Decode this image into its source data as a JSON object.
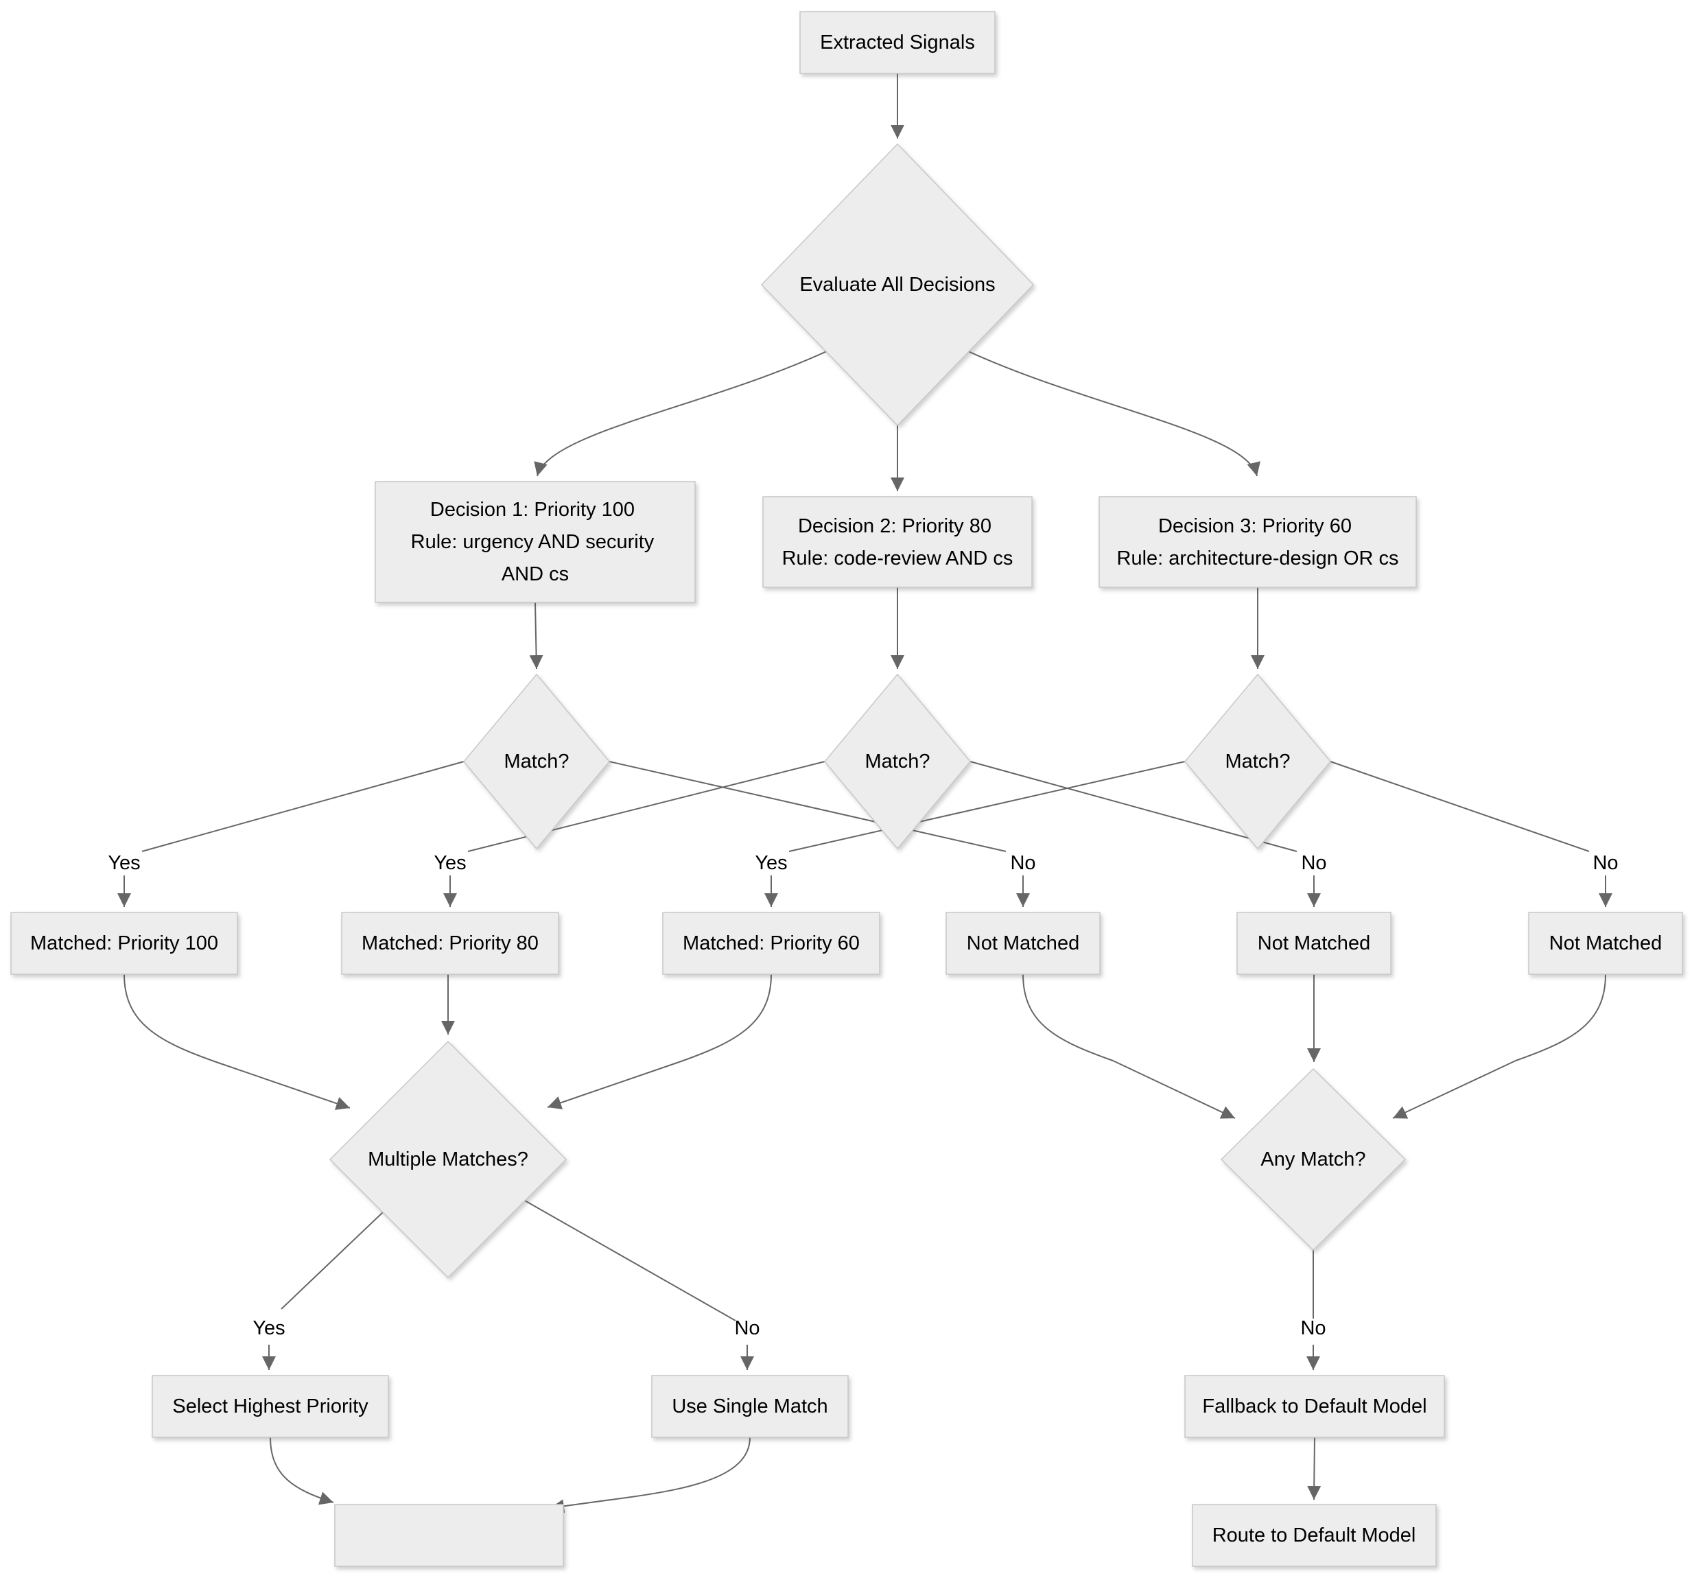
{
  "diagram": {
    "kind": "flowchart",
    "style": {
      "background_color": "#ffffff",
      "node_fill": "#ededed",
      "node_border": "#c8c8c8",
      "edge_color": "#666666",
      "text_color": "#000000"
    },
    "nodes": {
      "extracted_signals": {
        "label": "Extracted Signals",
        "shape": "rect"
      },
      "evaluate_all_decisions": {
        "label": "Evaluate All Decisions",
        "shape": "diamond"
      },
      "decision_1": {
        "shape": "rect",
        "lines": [
          "Decision 1: Priority 100",
          "Rule: urgency AND security",
          "AND cs"
        ]
      },
      "decision_2": {
        "shape": "rect",
        "lines": [
          "Decision 2: Priority 80",
          "Rule: code-review AND cs"
        ]
      },
      "decision_3": {
        "shape": "rect",
        "lines": [
          "Decision 3: Priority 60",
          "Rule: architecture-design OR cs"
        ]
      },
      "match_1": {
        "label": "Match?",
        "shape": "diamond"
      },
      "match_2": {
        "label": "Match?",
        "shape": "diamond"
      },
      "match_3": {
        "label": "Match?",
        "shape": "diamond"
      },
      "matched_priority_100": {
        "label": "Matched: Priority 100",
        "shape": "rect"
      },
      "matched_priority_80": {
        "label": "Matched: Priority 80",
        "shape": "rect"
      },
      "matched_priority_60": {
        "label": "Matched: Priority 60",
        "shape": "rect"
      },
      "not_matched_1": {
        "label": "Not Matched",
        "shape": "rect"
      },
      "not_matched_2": {
        "label": "Not Matched",
        "shape": "rect"
      },
      "not_matched_3": {
        "label": "Not Matched",
        "shape": "rect"
      },
      "multiple_matches": {
        "label": "Multiple Matches?",
        "shape": "diamond"
      },
      "any_match": {
        "label": "Any Match?",
        "shape": "diamond"
      },
      "select_highest_priority": {
        "label": "Select Highest Priority",
        "shape": "rect"
      },
      "use_single_match": {
        "label": "Use Single Match",
        "shape": "rect"
      },
      "fallback_to_default_model": {
        "label": "Fallback to Default Model",
        "shape": "rect"
      },
      "route_to_default_model": {
        "label": "Route to Default Model",
        "shape": "rect"
      }
    },
    "edge_labels": {
      "match1_yes": "Yes",
      "match2_yes": "Yes",
      "match3_yes": "Yes",
      "match1_no": "No",
      "match2_no": "No",
      "match3_no": "No",
      "multiple_yes": "Yes",
      "multiple_no": "No",
      "any_no": "No"
    }
  }
}
